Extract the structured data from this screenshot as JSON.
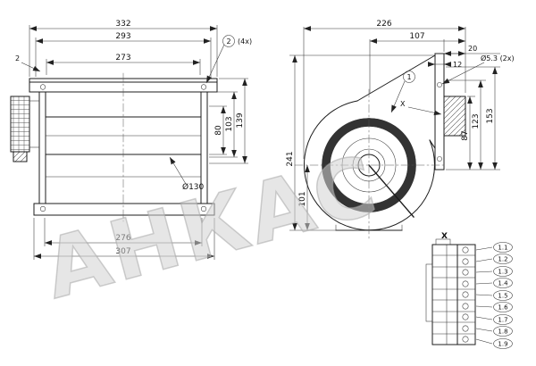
{
  "watermark": "АНКАС",
  "front_view": {
    "dim_332": "332",
    "dim_293": "293",
    "dim_273": "273",
    "dim_2": "2",
    "callout_2": "2",
    "callout_2_qty": "(4x)",
    "dim_80": "80",
    "dim_103": "103",
    "dim_139": "139",
    "dim_dia130": "Ø130",
    "dim_276": "276",
    "dim_307": "307"
  },
  "side_view": {
    "dim_226": "226",
    "dim_107": "107",
    "dim_20": "20",
    "dim_12": "12",
    "dim_dia53": "Ø5.3 (2x)",
    "callout_1": "1",
    "detail_label": "X",
    "dim_123": "123",
    "dim_153": "153",
    "dim_87": "87",
    "dim_241": "241",
    "dim_101": "101"
  },
  "detail_x": {
    "title": "X",
    "terminals": [
      "1.1",
      "1.2",
      "1.3",
      "1.4",
      "1.5",
      "1.6",
      "1.7",
      "1.8",
      "1.9"
    ]
  }
}
